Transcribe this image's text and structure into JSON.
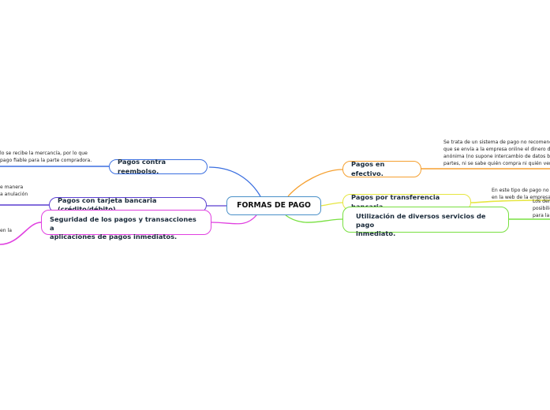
{
  "central": "FORMAS DE PAGO",
  "branches": [
    {
      "id": "reembolso",
      "label": "Pagos contra reembolso.",
      "color": "#3b6fe0",
      "note": [
        "lo se recibe la mercancía, por lo que",
        "pago fiable para la parte compradora."
      ]
    },
    {
      "id": "tarjeta",
      "label": "Pagos con tarjeta bancaria (crédito/débito).",
      "color": "#5a3fd0",
      "note": [
        "e manera",
        "a anulación"
      ]
    },
    {
      "id": "seguridad",
      "label_lines": [
        "Seguridad de los pagos y transacciones a",
        "aplicaciones de pagos inmediatos."
      ],
      "color": "#e040e0",
      "note": [
        "en la"
      ]
    },
    {
      "id": "efectivo",
      "label": "Pagos en efectivo.",
      "color": "#f5a030",
      "note": [
        "Se trata de un sistema de pago no recomendable",
        "que se envía a la empresa online el dinero de ma",
        "anónima (no supone intercambio de datos banca",
        "partes, ni se sabe quién compra ni quién vende)."
      ]
    },
    {
      "id": "transferencia",
      "label": "Pagos por transferencia bancaria.",
      "color": "#e6e640",
      "note": [
        "En este tipo de pago no se",
        "en la web de la empresa v"
      ]
    },
    {
      "id": "servicios",
      "label_lines": [
        "Utilización de diversos servicios de pago",
        "inmediato."
      ],
      "color": "#78e040",
      "note": [
        "Los den",
        "posibilid",
        "para la p"
      ]
    }
  ]
}
